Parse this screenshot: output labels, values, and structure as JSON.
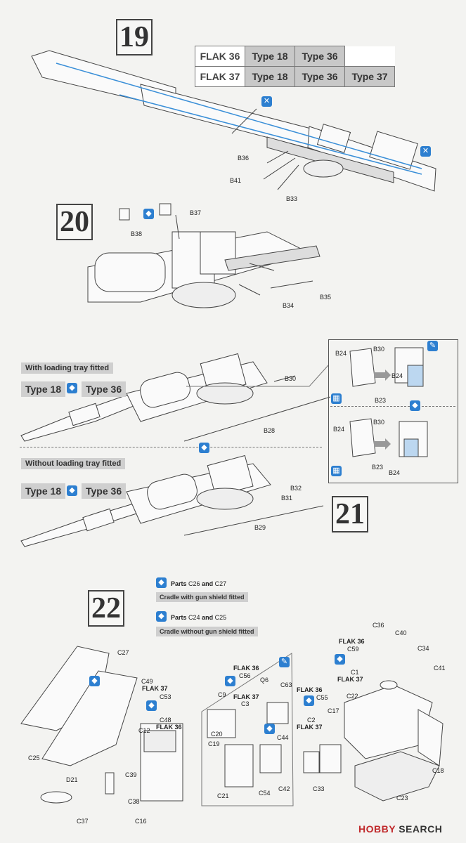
{
  "steps": {
    "s19": "19",
    "s20": "20",
    "s21": "21",
    "s22": "22"
  },
  "variant_table": {
    "row1": [
      "FLAK 36",
      "Type 18",
      "Type 36"
    ],
    "row2": [
      "FLAK 37",
      "Type 18",
      "Type 36",
      "Type 37"
    ]
  },
  "step19_labels": [
    "B36",
    "B41",
    "B33"
  ],
  "step20_labels": [
    "B38",
    "B37",
    "B34",
    "B35"
  ],
  "step21": {
    "with_tray": "With loading tray fitted",
    "without_tray": "Without loading tray fitted",
    "type18": "Type 18",
    "type36": "Type 36",
    "labels_upper": [
      "B30",
      "B28"
    ],
    "labels_lower": [
      "B32",
      "B31",
      "B29"
    ],
    "inset_upper": [
      "B24",
      "B30",
      "B24",
      "B23"
    ],
    "inset_lower": [
      "B24",
      "B30",
      "B23",
      "B24"
    ]
  },
  "step22": {
    "note1_parts": "Parts",
    "note1_a": "C26",
    "note1_and": "and",
    "note1_b": "C27",
    "note1_desc": "Cradle with gun shield fitted",
    "note2_parts": "Parts",
    "note2_a": "C24",
    "note2_and": "and",
    "note2_b": "C25",
    "note2_desc": "Cradle without gun shield fitted",
    "left_labels": [
      "C27",
      "C49",
      "C53",
      "C48",
      "C12",
      "C25",
      "C39",
      "D21",
      "C38",
      "C37",
      "C16"
    ],
    "flak37_a": "FLAK 37",
    "flak36_a": "FLAK 36",
    "mid_labels": [
      "FLAK 36",
      "C56",
      "Q6",
      "C63",
      "C9",
      "FLAK 37",
      "C3",
      "C20",
      "C44",
      "C19",
      "C21",
      "C54",
      "C42"
    ],
    "mid2_labels": [
      "FLAK 36",
      "C55",
      "C2",
      "FLAK 37",
      "C33"
    ],
    "right_labels": [
      "FLAK 36",
      "C59",
      "C36",
      "C40",
      "C34",
      "C41",
      "C1",
      "FLAK 37",
      "C22",
      "C17",
      "C18",
      "C23"
    ]
  },
  "footer": {
    "brand1": "HOBBY",
    "brand2": "SEARCH"
  }
}
